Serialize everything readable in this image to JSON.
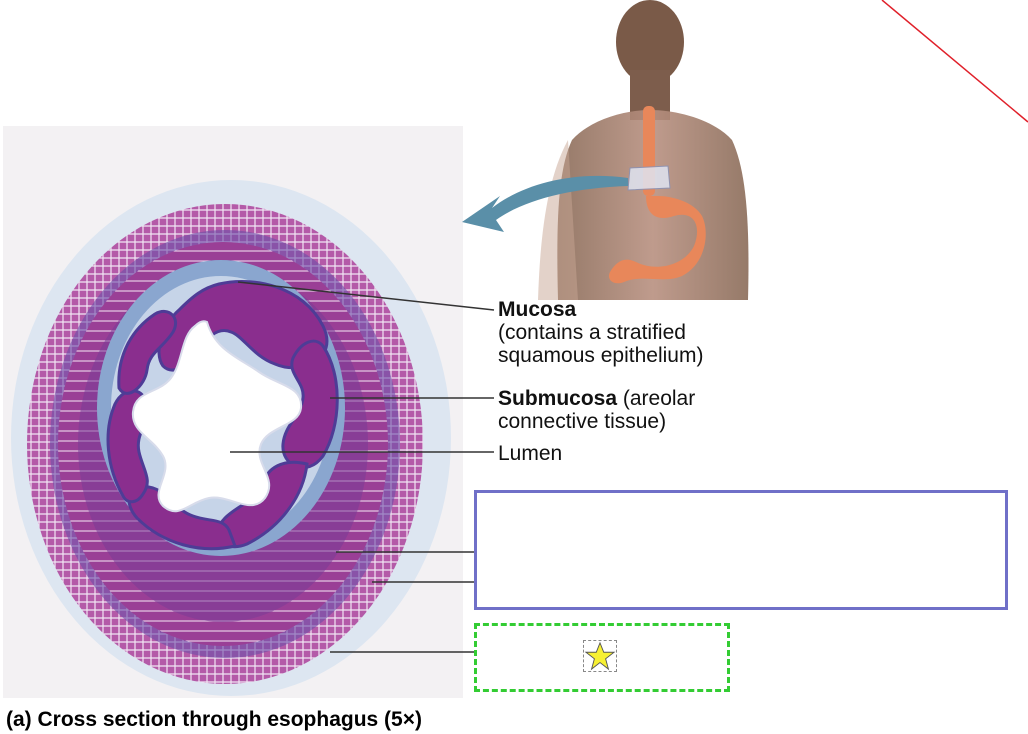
{
  "labels": {
    "mucosa_bold": "Mucosa",
    "mucosa_line1": "(contains a stratified",
    "mucosa_line2": "squamous epithelium)",
    "submucosa_bold": "Submucosa",
    "submucosa_line1": " (areolar",
    "submucosa_line2": "connective tissue)",
    "lumen": "Lumen"
  },
  "caption": "(a) Cross section through esophagus (5×)",
  "colors": {
    "answer_box_border": "#7070c8",
    "drop_box_border": "#33cc33",
    "star_fill": "#f7f032",
    "annotation_line": "#e0202a",
    "tissue_purple": "#8a2e8e",
    "tissue_blue": "#4e6ab8",
    "esophagus_orange": "#e8875a"
  },
  "icons": {
    "drop_target": "star-icon",
    "pointer": "arrow-icon"
  }
}
